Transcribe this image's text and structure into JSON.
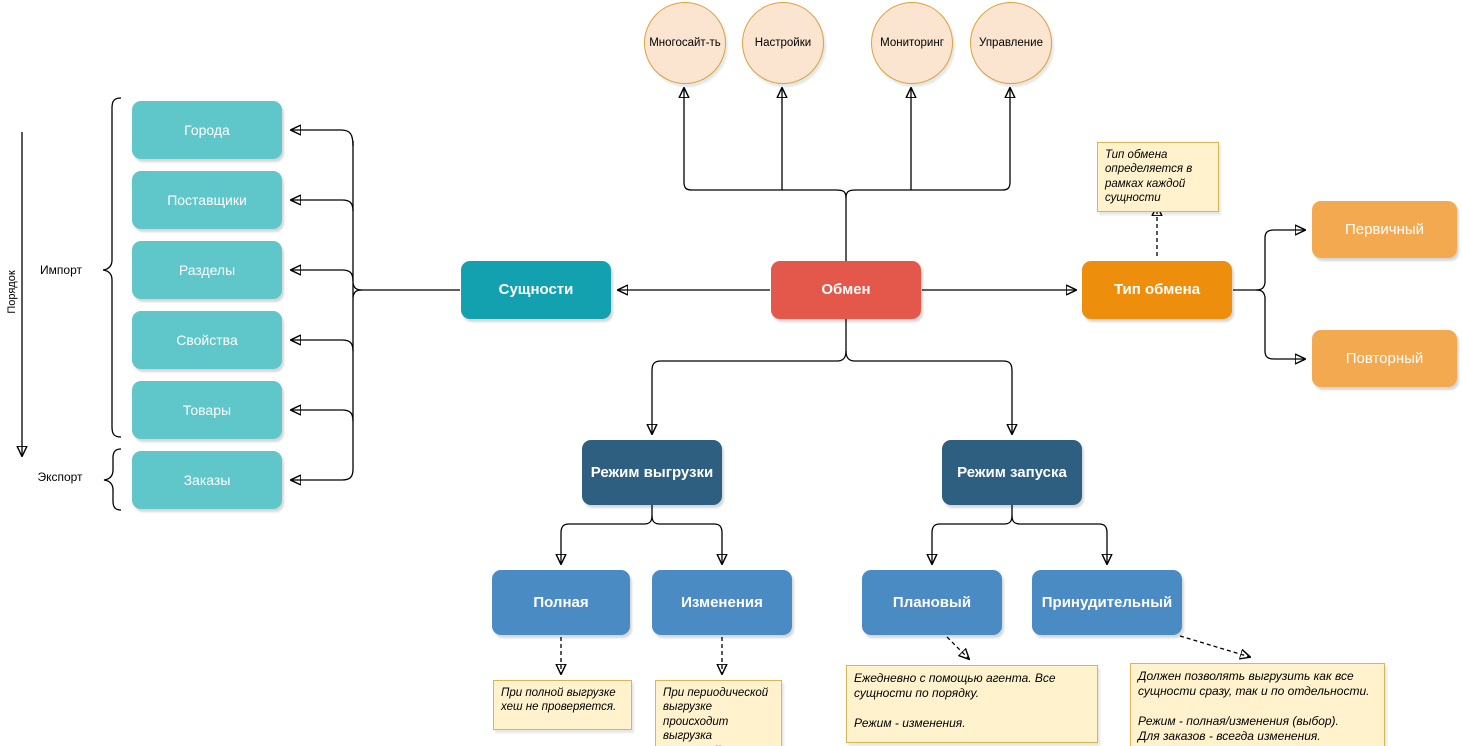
{
  "diagram": {
    "circles": [
      "Многосайт-ть",
      "Настройки",
      "Мониторинг",
      "Управление"
    ],
    "center": {
      "label": "Обмен"
    },
    "entities_header": {
      "label": "Сущности"
    },
    "entities": [
      "Города",
      "Поставщики",
      "Разделы",
      "Свойства",
      "Товары",
      "Заказы"
    ],
    "group_labels": {
      "import": "Импорт",
      "export": "Экспорт",
      "order": "Порядок"
    },
    "exchange_type": {
      "label": "Тип обмена",
      "note": "Тип обмена определяется в рамках каждой сущности",
      "children": [
        "Первичный",
        "Повторный"
      ]
    },
    "unload_mode": {
      "label": "Режим выгрузки",
      "children": [
        {
          "label": "Полная",
          "note": "При полной выгрузке хеш не проверяется."
        },
        {
          "label": "Изменения",
          "note": "При периодической выгрузке происходит выгрузка изменений."
        }
      ]
    },
    "run_mode": {
      "label": "Режим запуска",
      "children": [
        {
          "label": "Плановый",
          "note": "Ежедневно с помощью агента. Все сущности по порядку.\n\nРежим - изменения."
        },
        {
          "label": "Принудительный",
          "note": "Должен позволять выгрузить как все сущности сразу, так и по отдельности.\n\nРежим - полная/изменения (выбор).\nДля заказов - всегда изменения."
        }
      ]
    },
    "colors": {
      "entity_teal": "#5fc6c9",
      "entities_header_teal": "#13a1b0",
      "exchange_red": "#e3584a",
      "exchange_type_orange": "#ee8e0d",
      "type_child_orange": "#f2a950",
      "mode_dark_blue": "#2e5e80",
      "mode_child_blue": "#4b8bc3",
      "circle_fill": "#fbe5d0",
      "circle_border": "#d9a33c",
      "note_fill": "#fff2cc",
      "note_border": "#d6b656",
      "connector": "#000000"
    }
  }
}
